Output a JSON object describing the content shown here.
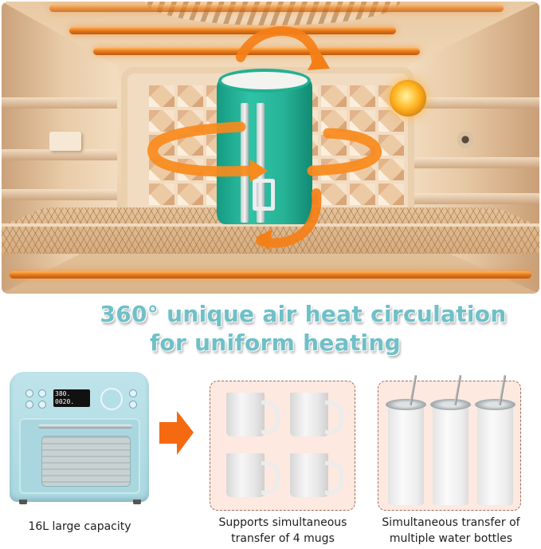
{
  "hero": {
    "scene": "air fryer oven interior with mug press",
    "icons": [
      "circulation-arrow-vertical-icon",
      "circulation-arrow-horizontal-icon"
    ],
    "colors": {
      "heater": "#e6761a",
      "press": "#26b396",
      "arrow": "#f57f17",
      "lamp": "#ffb320"
    }
  },
  "headline": {
    "line1": "360° unique air heat circulation",
    "line2": "for uniform heating",
    "color": "#6fc0c7"
  },
  "features": [
    {
      "caption": "16L large capacity",
      "image": "air-fryer-oven",
      "display_text": "380. 0020."
    },
    {
      "caption_line1": "Supports simultaneous",
      "caption_line2": "transfer of 4 mugs",
      "image": "four-mugs",
      "count": 4
    },
    {
      "caption_line1": "Simultaneous transfer of",
      "caption_line2": "multiple water bottles",
      "image": "three-tumblers",
      "count": 3
    }
  ],
  "arrow": {
    "icon": "arrow-right-icon",
    "color": "#f56a10"
  },
  "panel": {
    "background": "#fde9df",
    "border": "#a06c62"
  }
}
